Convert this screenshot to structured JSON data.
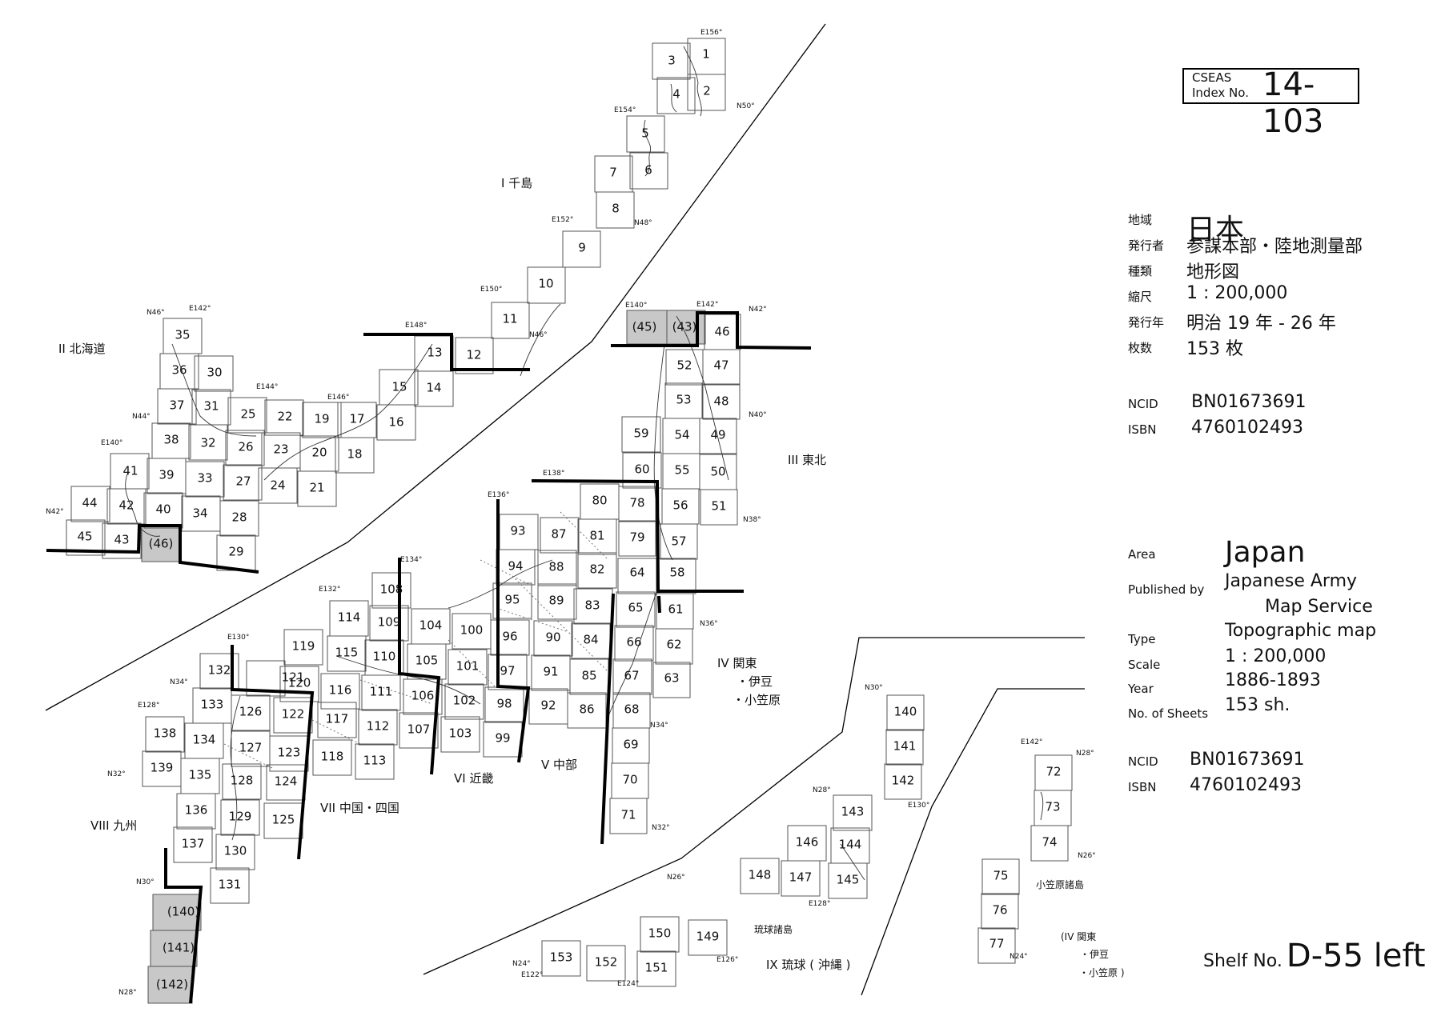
{
  "index_box": {
    "prefix": "CSEAS",
    "label": "Index No.",
    "number": "14-103"
  },
  "info_jp": [
    {
      "label": "地域",
      "value": "日本"
    },
    {
      "label": "発行者",
      "value": "参謀本部・陸地測量部"
    },
    {
      "label": "種類",
      "value": "地形図"
    },
    {
      "label": "縮尺",
      "value": "1 : 200,000"
    },
    {
      "label": "発行年",
      "value": "明治 19 年 - 26 年"
    },
    {
      "label": "枚数",
      "value": "153 枚"
    }
  ],
  "info_jp_ids": [
    {
      "label": "NCID",
      "value": "BN01673691"
    },
    {
      "label": "ISBN",
      "value": "4760102493"
    }
  ],
  "info_en": [
    {
      "label": "Area",
      "value": "Japan"
    },
    {
      "label": "Published by",
      "value": "Japanese  Army"
    },
    {
      "label": "",
      "value": "Map Service"
    },
    {
      "label": "Type",
      "value": "Topographic  map"
    },
    {
      "label": "Scale",
      "value": "1 : 200,000"
    },
    {
      "label": "Year",
      "value": "1886-1893"
    },
    {
      "label": "No. of Sheets",
      "value": "153  sh."
    }
  ],
  "info_en_ids": [
    {
      "label": "NCID",
      "value": "BN01673691"
    },
    {
      "label": "ISBN",
      "value": "4760102493"
    }
  ],
  "shelf": {
    "label": "Shelf No.",
    "value": "D-55 left"
  },
  "regions": [
    {
      "id": "r1",
      "text": "I 千島"
    },
    {
      "id": "r2",
      "text": "II 北海道"
    },
    {
      "id": "r3",
      "text": "III 東北"
    },
    {
      "id": "r4a",
      "text": "IV 関東"
    },
    {
      "id": "r4b",
      "text": "・伊豆"
    },
    {
      "id": "r4c",
      "text": "・小笠原"
    },
    {
      "id": "r5",
      "text": "V 中部"
    },
    {
      "id": "r6",
      "text": "VI 近畿"
    },
    {
      "id": "r7",
      "text": "VII 中国・四国"
    },
    {
      "id": "r8",
      "text": "VIII 九州"
    },
    {
      "id": "r9",
      "text": "IX 琉球 ( 沖縄 )"
    },
    {
      "id": "r9s",
      "text": "琉球諸島"
    },
    {
      "id": "rog",
      "text": "小笠原諸島"
    },
    {
      "id": "r10a",
      "text": "(IV 関東"
    },
    {
      "id": "r10b",
      "text": "・伊豆"
    },
    {
      "id": "r10c",
      "text": "・小笠原 )"
    }
  ],
  "coordinate_labels": [
    "E156°",
    "N50°",
    "E154°",
    "N48°",
    "E152°",
    "E150°",
    "N46°",
    "E148°",
    "N46°",
    "E142°",
    "E144°",
    "E146°",
    "N44°",
    "E140°",
    "N42°",
    "E140°",
    "E142°",
    "N42°",
    "N40°",
    "N38°",
    "E138°",
    "E136°",
    "E134°",
    "E132°",
    "E130°",
    "N36°",
    "N34°",
    "N34°",
    "E128°",
    "N32°",
    "N32°",
    "N30°",
    "N28°",
    "N30°",
    "N28°",
    "E130°",
    "E128°",
    "N26°",
    "E126°",
    "N24°",
    "E122°",
    "E124°",
    "E142°",
    "N28°",
    "N26°",
    "N24°"
  ],
  "sheets": [
    "1",
    "2",
    "3",
    "4",
    "5",
    "6",
    "7",
    "8",
    "9",
    "10",
    "11",
    "12",
    "13",
    "14",
    "15",
    "16",
    "17",
    "18",
    "19",
    "20",
    "21",
    "22",
    "23",
    "24",
    "25",
    "26",
    "27",
    "28",
    "29",
    "30",
    "31",
    "32",
    "33",
    "34",
    "35",
    "36",
    "37",
    "38",
    "39",
    "40",
    "41",
    "42",
    "43",
    "44",
    "45",
    "(46)",
    "(45)",
    "(43)",
    "46",
    "47",
    "48",
    "49",
    "50",
    "51",
    "52",
    "53",
    "54",
    "55",
    "56",
    "57",
    "58",
    "59",
    "60",
    "61",
    "62",
    "63",
    "64",
    "65",
    "66",
    "67",
    "68",
    "69",
    "70",
    "71",
    "72",
    "73",
    "74",
    "75",
    "76",
    "77",
    "78",
    "79",
    "80",
    "81",
    "82",
    "83",
    "84",
    "85",
    "86",
    "87",
    "88",
    "89",
    "90",
    "91",
    "92",
    "93",
    "94",
    "95",
    "96",
    "97",
    "98",
    "99",
    "100",
    "101",
    "102",
    "103",
    "104",
    "105",
    "106",
    "107",
    "108",
    "109",
    "110",
    "111",
    "112",
    "113",
    "114",
    "115",
    "116",
    "117",
    "118",
    "119",
    "120",
    "121",
    "122",
    "123",
    "124",
    "125",
    "126",
    "127",
    "128",
    "129",
    "130",
    "131",
    "132",
    "133",
    "134",
    "135",
    "136",
    "137",
    "138",
    "139",
    "140",
    "141",
    "142",
    "143",
    "144",
    "145",
    "146",
    "147",
    "148",
    "149",
    "150",
    "151",
    "152",
    "153",
    "(140)",
    "(141)",
    "(142)"
  ],
  "shaded_sheets": [
    "(46)",
    "(45)",
    "(43)",
    "(140)",
    "(141)",
    "(142)"
  ]
}
